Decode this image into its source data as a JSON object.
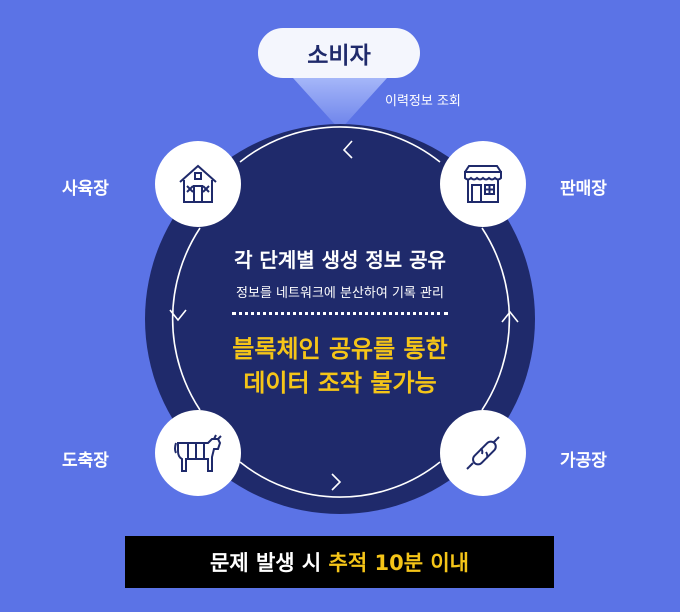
{
  "top": {
    "consumer": "소비자",
    "trace_query": "이력정보 조회"
  },
  "nodes": {
    "ranch": "사육장",
    "store": "판매장",
    "slaughter": "도축장",
    "processing": "가공장"
  },
  "center": {
    "title": "각 단계별 생성 정보 공유",
    "subtitle": "정보를 네트워크에 분산하여 기록 관리",
    "highlight_line1": "블록체인 공유를 통한",
    "highlight_line2": "데이터 조작 불가능"
  },
  "banner": {
    "prefix": "문제 발생 시 ",
    "highlight": "추적 10분 이내"
  },
  "icons": {
    "ranch": "house-icon",
    "store": "storefront-icon",
    "slaughter": "cow-icon",
    "processing": "sausage-icon"
  },
  "colors": {
    "background": "#5b73e6",
    "circle": "#1f2a6b",
    "highlight": "#f5c518"
  }
}
